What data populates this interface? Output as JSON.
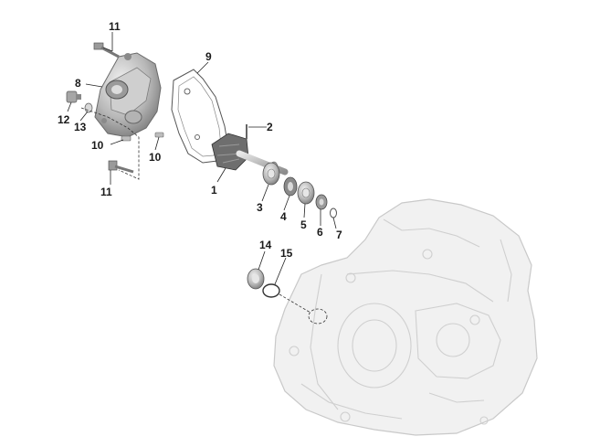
{
  "diagram": {
    "callouts": [
      {
        "id": "c1",
        "text": "1"
      },
      {
        "id": "c2",
        "text": "2"
      },
      {
        "id": "c3",
        "text": "3"
      },
      {
        "id": "c4",
        "text": "4"
      },
      {
        "id": "c5",
        "text": "5"
      },
      {
        "id": "c6",
        "text": "6"
      },
      {
        "id": "c7",
        "text": "7"
      },
      {
        "id": "c8",
        "text": "8"
      },
      {
        "id": "c9",
        "text": "9"
      },
      {
        "id": "c10a",
        "text": "10"
      },
      {
        "id": "c10b",
        "text": "10"
      },
      {
        "id": "c11a",
        "text": "11"
      },
      {
        "id": "c11b",
        "text": "11"
      },
      {
        "id": "c12",
        "text": "12"
      },
      {
        "id": "c13",
        "text": "13"
      },
      {
        "id": "c14",
        "text": "14"
      },
      {
        "id": "c15",
        "text": "15"
      }
    ]
  }
}
